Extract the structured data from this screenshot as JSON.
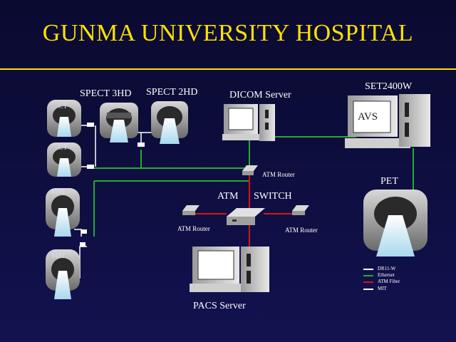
{
  "title": "GUNMA UNIVERSITY HOSPITAL",
  "labels": {
    "spect3": "SPECT 3HD",
    "spect2": "SPECT 2HD",
    "dicom": "DICOM Server",
    "set": "SET2400W",
    "avs": "AVS",
    "pet": "PET",
    "ct1": "CT",
    "ct2": "CT",
    "mri1": "MRI",
    "mri2": "MRI",
    "atm_router_top": "ATM Router",
    "atm": "ATM",
    "switch": "SWITCH",
    "atm_router_left": "ATM Router",
    "atm_router_right": "ATM Router",
    "pacs": "PACS Server"
  },
  "legend": [
    {
      "label": "DR11-W",
      "color": "#ffffff"
    },
    {
      "label": "Ethernet",
      "color": "#22aa33"
    },
    {
      "label": "ATM Fiber",
      "color": "#dd1111"
    },
    {
      "label": "MIT",
      "color": "#ffffff"
    }
  ],
  "colors": {
    "title": "#ffe000",
    "ethernet": "#22aa33",
    "atm_fiber": "#dd1111",
    "dr11w": "#ffffff"
  }
}
